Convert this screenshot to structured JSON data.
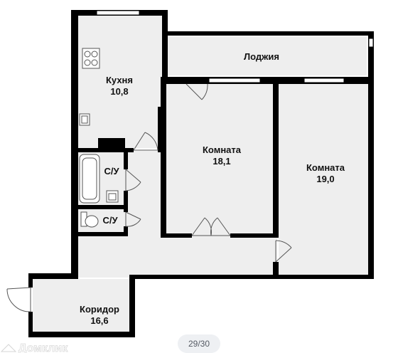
{
  "rooms": {
    "kitchen": {
      "name": "Кухня",
      "area": "10,8"
    },
    "loggia": {
      "name": "Лоджия"
    },
    "room1": {
      "name": "Комната",
      "area": "18,1"
    },
    "room2": {
      "name": "Комната",
      "area": "19,0"
    },
    "bath1": {
      "name": "С/У"
    },
    "bath2": {
      "name": "С/У"
    },
    "corridor": {
      "name": "Коридор",
      "area": "16,6"
    }
  },
  "watermark": {
    "text": "Домклик"
  },
  "gallery": {
    "counter": "29/30"
  },
  "colors": {
    "floor": "#eeeeee",
    "wall": "#000000",
    "window": "#ffffff"
  }
}
